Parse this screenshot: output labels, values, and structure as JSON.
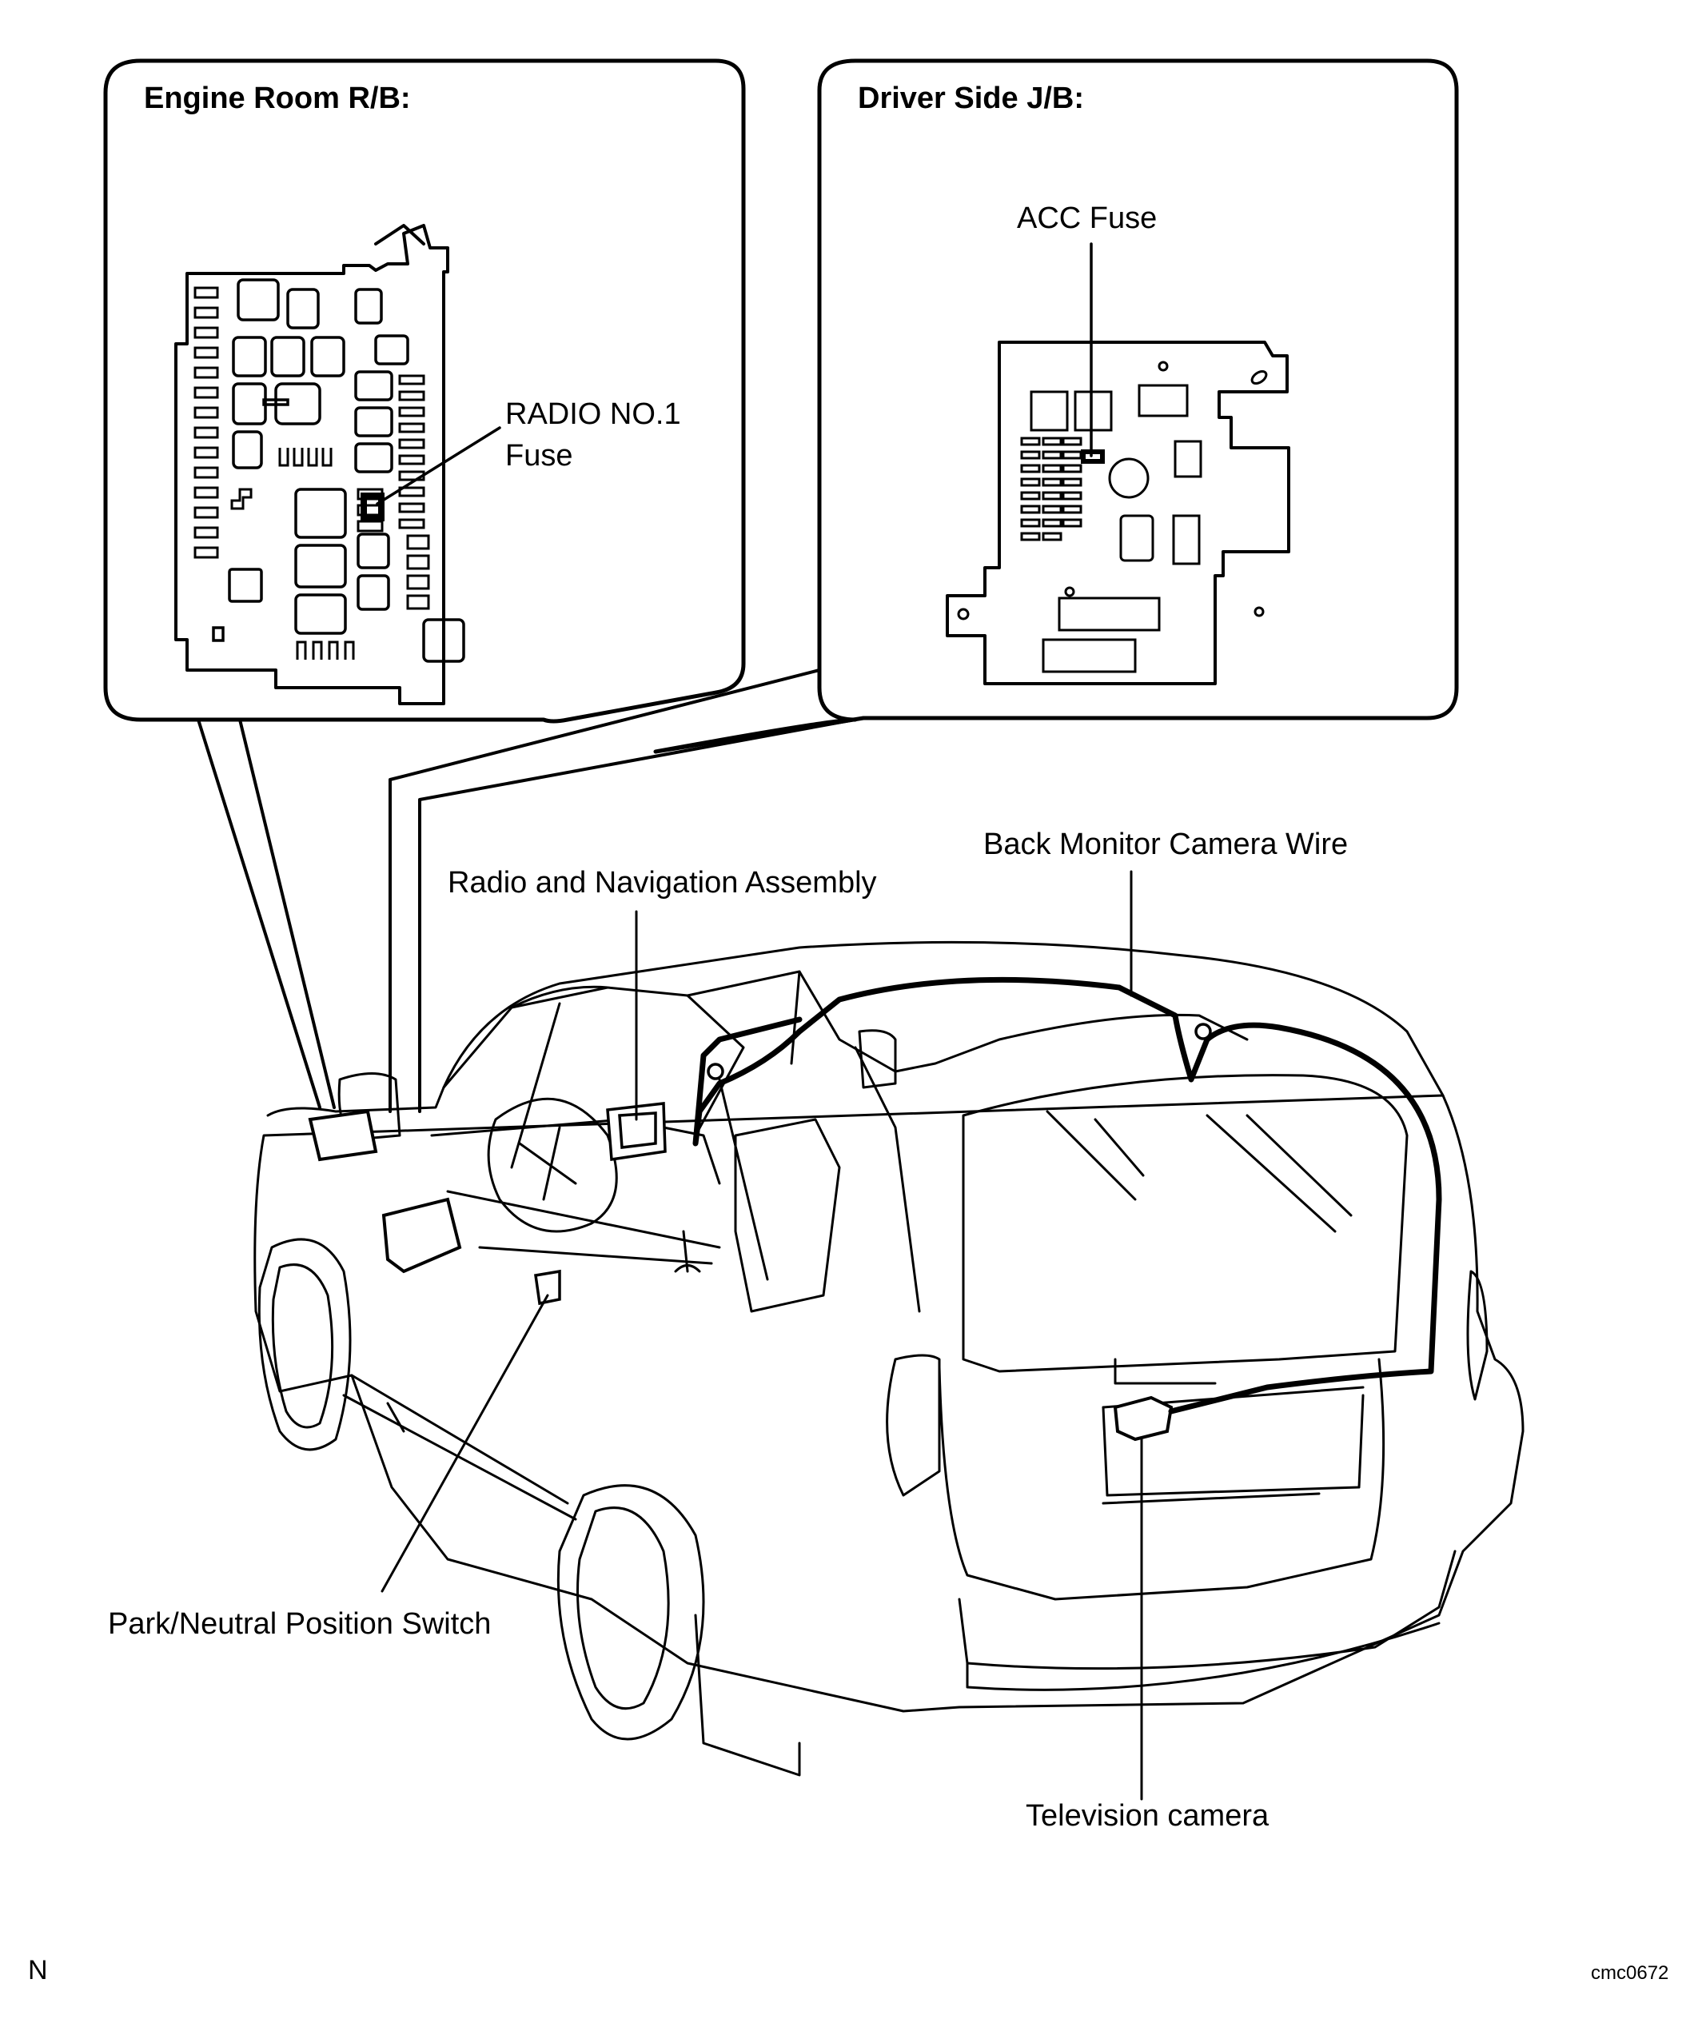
{
  "callouts": {
    "engine_room": {
      "title": "Engine Room R/B:",
      "fuse_label_line1": "RADIO NO.1",
      "fuse_label_line2": "Fuse"
    },
    "driver_side": {
      "title": "Driver Side J/B:",
      "fuse_label": "ACC Fuse"
    }
  },
  "components": {
    "radio_nav": "Radio and Navigation Assembly",
    "camera_wire": "Back Monitor Camera Wire",
    "pn_switch": "Park/Neutral Position Switch",
    "tv_camera": "Television camera"
  },
  "footer": {
    "left_mark": "N",
    "code": "cmc0672"
  },
  "colors": {
    "line": "#000000",
    "background": "#ffffff"
  }
}
